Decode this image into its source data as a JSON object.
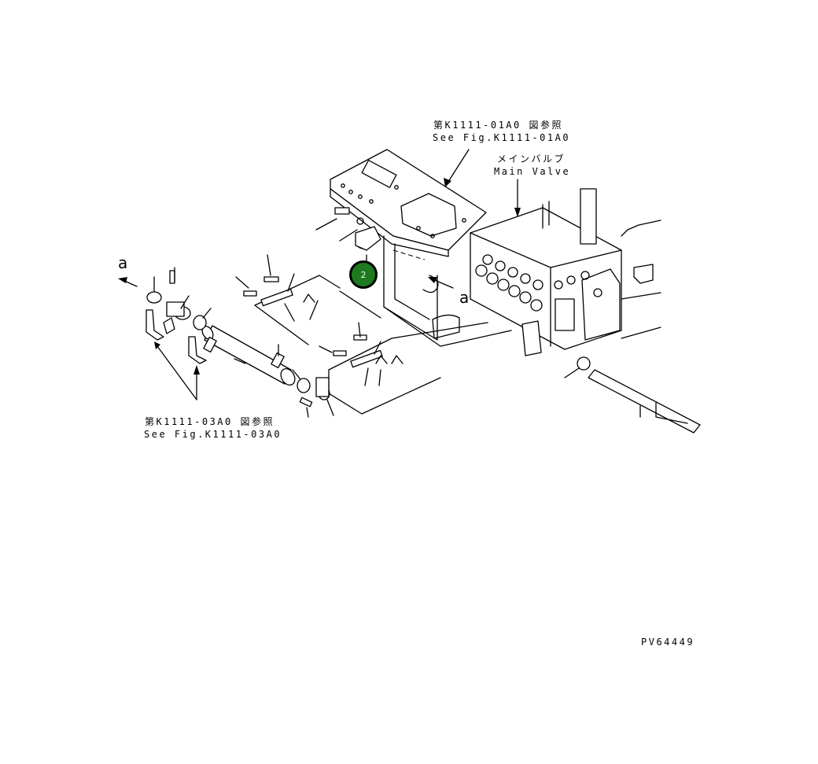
{
  "labels": {
    "ref_top_jp": "第K1111-01A0 図参照",
    "ref_top_en": "See Fig.K1111-01A0",
    "main_valve_jp": "メインバルブ",
    "main_valve_en": "Main Valve",
    "ref_bottom_jp": "第K1111-03A0 図参照",
    "ref_bottom_en": "See Fig.K1111-03A0",
    "view_marker_left": "a",
    "view_marker_center": "a",
    "drawing_number": "PV64449"
  },
  "callouts": [
    {
      "number": "2",
      "color": "#1f7a1f"
    }
  ]
}
